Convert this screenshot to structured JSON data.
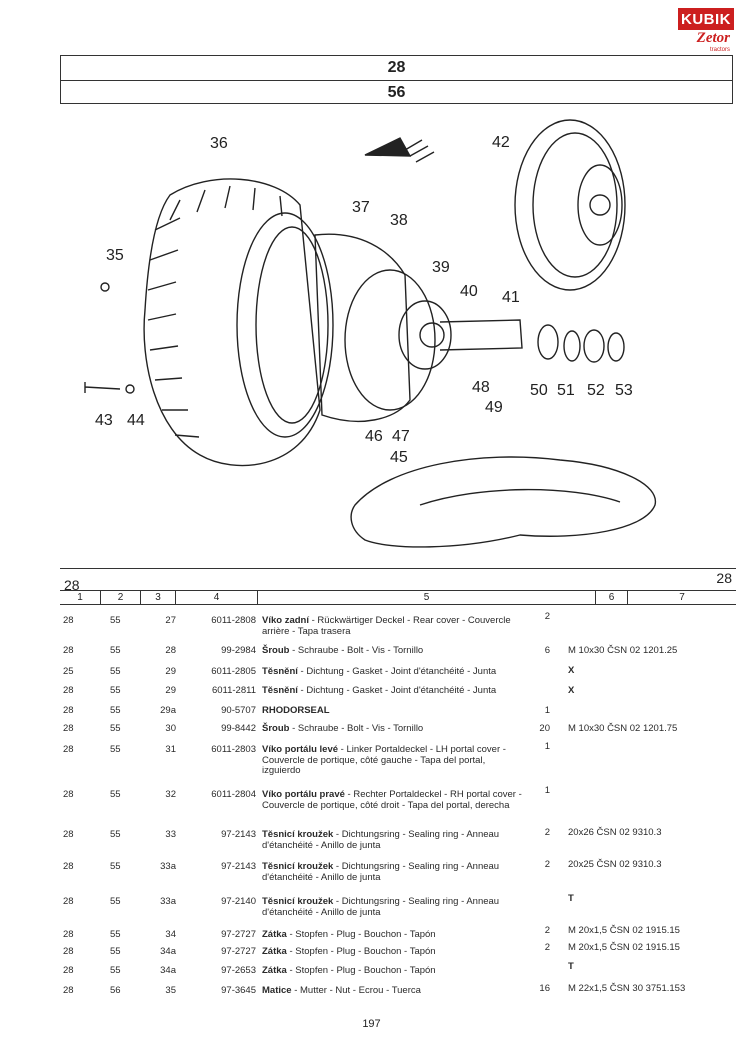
{
  "logo": {
    "brand": "KUBIK",
    "script": "Zetor",
    "sub": "tractors"
  },
  "header": {
    "group": "28",
    "subgroup": "56"
  },
  "callouts": [
    "36",
    "37",
    "38",
    "35",
    "39",
    "40",
    "41",
    "42",
    "43",
    "44",
    "45",
    "46",
    "47",
    "48",
    "49",
    "50",
    "51",
    "52",
    "53"
  ],
  "table": {
    "section_left": "28",
    "section_right": "28",
    "columns": [
      "1",
      "2",
      "3",
      "4",
      "5",
      "6",
      "7"
    ],
    "rows": [
      {
        "c1": "28",
        "c2": "55",
        "c3": "27",
        "c4": "6011-2808",
        "name": "Víko zadní",
        "desc": " - Rückwärtiger Deckel - Rear cover - Couvercle arrière - Tapa trasera",
        "qty": "2",
        "qtyrow": 0,
        "note": "",
        "noterow": 0
      },
      {
        "c1": "28",
        "c2": "55",
        "c3": "28",
        "c4": "99-2984",
        "name": "Šroub",
        "desc": " - Schraube - Bolt - Vis - Tornillo",
        "qty": "6",
        "qtyrow": 0,
        "note": "M 10x30 ČSN 02 1201.25",
        "noterow": 0
      },
      {
        "c1": "25",
        "c2": "55",
        "c3": "29",
        "c4": "6011-2805",
        "name": "Těsnění",
        "desc": " - Dichtung - Gasket - Joint d'étanchéité - Junta",
        "qty": "",
        "qtyrow": 0,
        "note": "X",
        "noterow": 0
      },
      {
        "c1": "28",
        "c2": "55",
        "c3": "29",
        "c4": "6011-2811",
        "name": "Těsnění",
        "desc": " - Dichtung - Gasket - Joint d'étanchéité - Junta",
        "qty": "",
        "qtyrow": 0,
        "note": "X",
        "noterow": 0
      },
      {
        "c1": "28",
        "c2": "55",
        "c3": "29a",
        "c4": "90-5707",
        "name": "RHODORSEAL",
        "desc": "",
        "qty": "1",
        "qtyrow": 0,
        "note": "",
        "noterow": 0
      },
      {
        "c1": "28",
        "c2": "55",
        "c3": "30",
        "c4": "99-8442",
        "name": "Šroub",
        "desc": " - Schraube - Bolt - Vis - Tornillo",
        "qty": "20",
        "qtyrow": 0,
        "note": "M 10x30 ČSN 02 1201.75",
        "noterow": 0
      },
      {
        "c1": "28",
        "c2": "55",
        "c3": "31",
        "c4": "6011-2803",
        "name": "Víko portálu levé",
        "desc": " - Linker Portaldeckel - LH portal cover - Couvercle de portique, côté gauche - Tapa del portal, izguierdo",
        "qty": "1",
        "qtyrow": 0,
        "note": "",
        "noterow": 0
      },
      {
        "c1": "28",
        "c2": "55",
        "c3": "32",
        "c4": "6011-2804",
        "name": "Víko portálu pravé",
        "desc": " - Rechter Portaldeckel - RH portal cover - Couvercle de portique, côté droit - Tapa del portal, derecha",
        "qty": "1",
        "qtyrow": 0,
        "note": "",
        "noterow": 0
      },
      {
        "c1": "28",
        "c2": "55",
        "c3": "33",
        "c4": "97-2143",
        "name": "Těsnicí kroužek",
        "desc": " - Dichtungsring - Sealing ring - Anneau d'étanchéité - Anillo de junta",
        "qty": "2",
        "qtyrow": 0,
        "note": "20x26 ČSN 02 9310.3",
        "noterow": 0
      },
      {
        "c1": "28",
        "c2": "55",
        "c3": "33a",
        "c4": "97-2143",
        "name": "Těsnicí kroužek",
        "desc": " - Dichtungsring - Sealing ring - Anneau d'étanchéité - Anillo de junta",
        "qty": "2",
        "qtyrow": 0,
        "note": "20x25 ČSN 02 9310.3",
        "noterow": 0
      },
      {
        "c1": "28",
        "c2": "55",
        "c3": "33a",
        "c4": "97-2140",
        "name": "Těsnicí kroužek",
        "desc": " - Dichtungsring - Sealing ring - Anneau d'étanchéité - Anillo de junta",
        "qty": "",
        "qtyrow": 0,
        "note": "T",
        "noterow": 0
      },
      {
        "c1": "28",
        "c2": "55",
        "c3": "34",
        "c4": "97-2727",
        "name": "Zátka",
        "desc": " - Stopfen - Plug - Bouchon - Tapón",
        "qty": "2",
        "qtyrow": 0,
        "note": "M 20x1,5 ČSN 02 1915.15",
        "noterow": 0
      },
      {
        "c1": "28",
        "c2": "55",
        "c3": "34a",
        "c4": "97-2727",
        "name": "Zátka",
        "desc": " - Stopfen - Plug - Bouchon - Tapón",
        "qty": "2",
        "qtyrow": 0,
        "note": "M 20x1,5 ČSN 02 1915.15",
        "noterow": 0
      },
      {
        "c1": "28",
        "c2": "55",
        "c3": "34a",
        "c4": "97-2653",
        "name": "Zátka",
        "desc": " - Stopfen - Plug - Bouchon - Tapón",
        "qty": "",
        "qtyrow": 0,
        "note": "T",
        "noterow": 0
      },
      {
        "c1": "28",
        "c2": "56",
        "c3": "35",
        "c4": "97-3645",
        "name": "Matice",
        "desc": " - Mutter - Nut - Ecrou - Tuerca",
        "qty": "16",
        "qtyrow": 0,
        "note": "M 22x1,5 ČSN 30 3751.153",
        "noterow": 0
      }
    ]
  },
  "page_number": "197"
}
